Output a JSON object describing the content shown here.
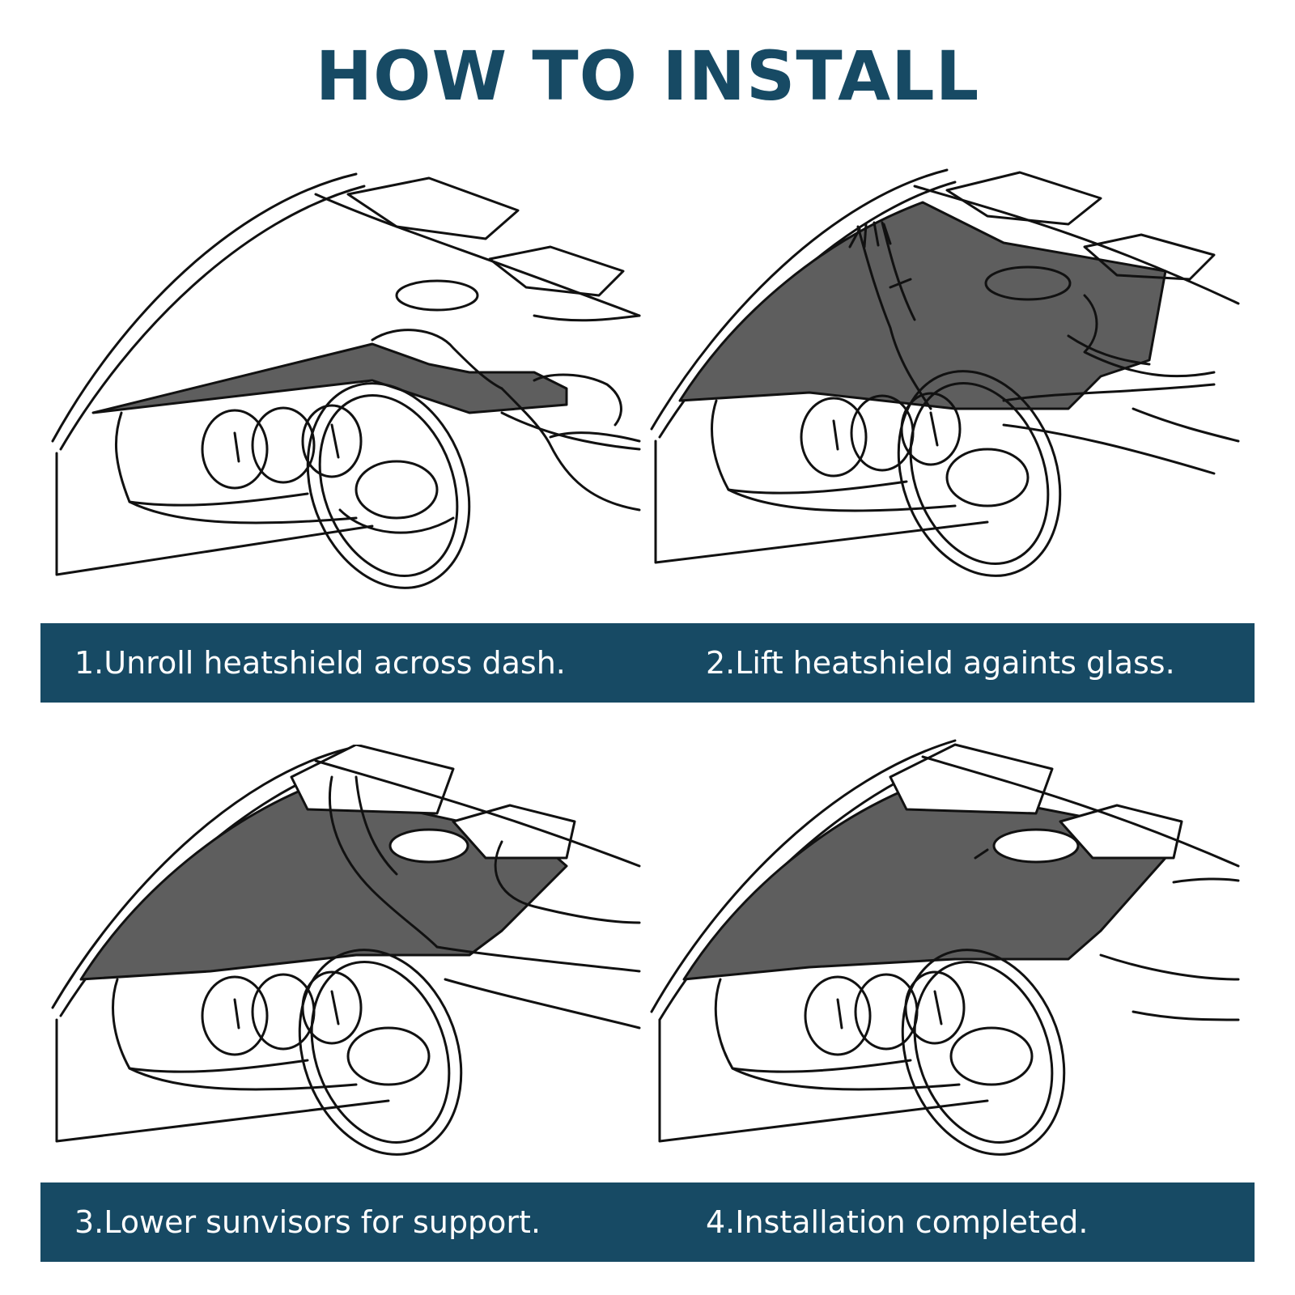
{
  "title": "HOW TO INSTALL",
  "steps": [
    {
      "caption": "1.Unroll heatshield across dash."
    },
    {
      "caption": "2.Lift heatshield againts glass."
    },
    {
      "caption": "3.Lower sunvisors for support."
    },
    {
      "caption": "4.Installation completed."
    }
  ],
  "colors": {
    "accent": "#174a64",
    "shield": "#5e5e5e",
    "line": "#111111",
    "background": "#ffffff"
  }
}
